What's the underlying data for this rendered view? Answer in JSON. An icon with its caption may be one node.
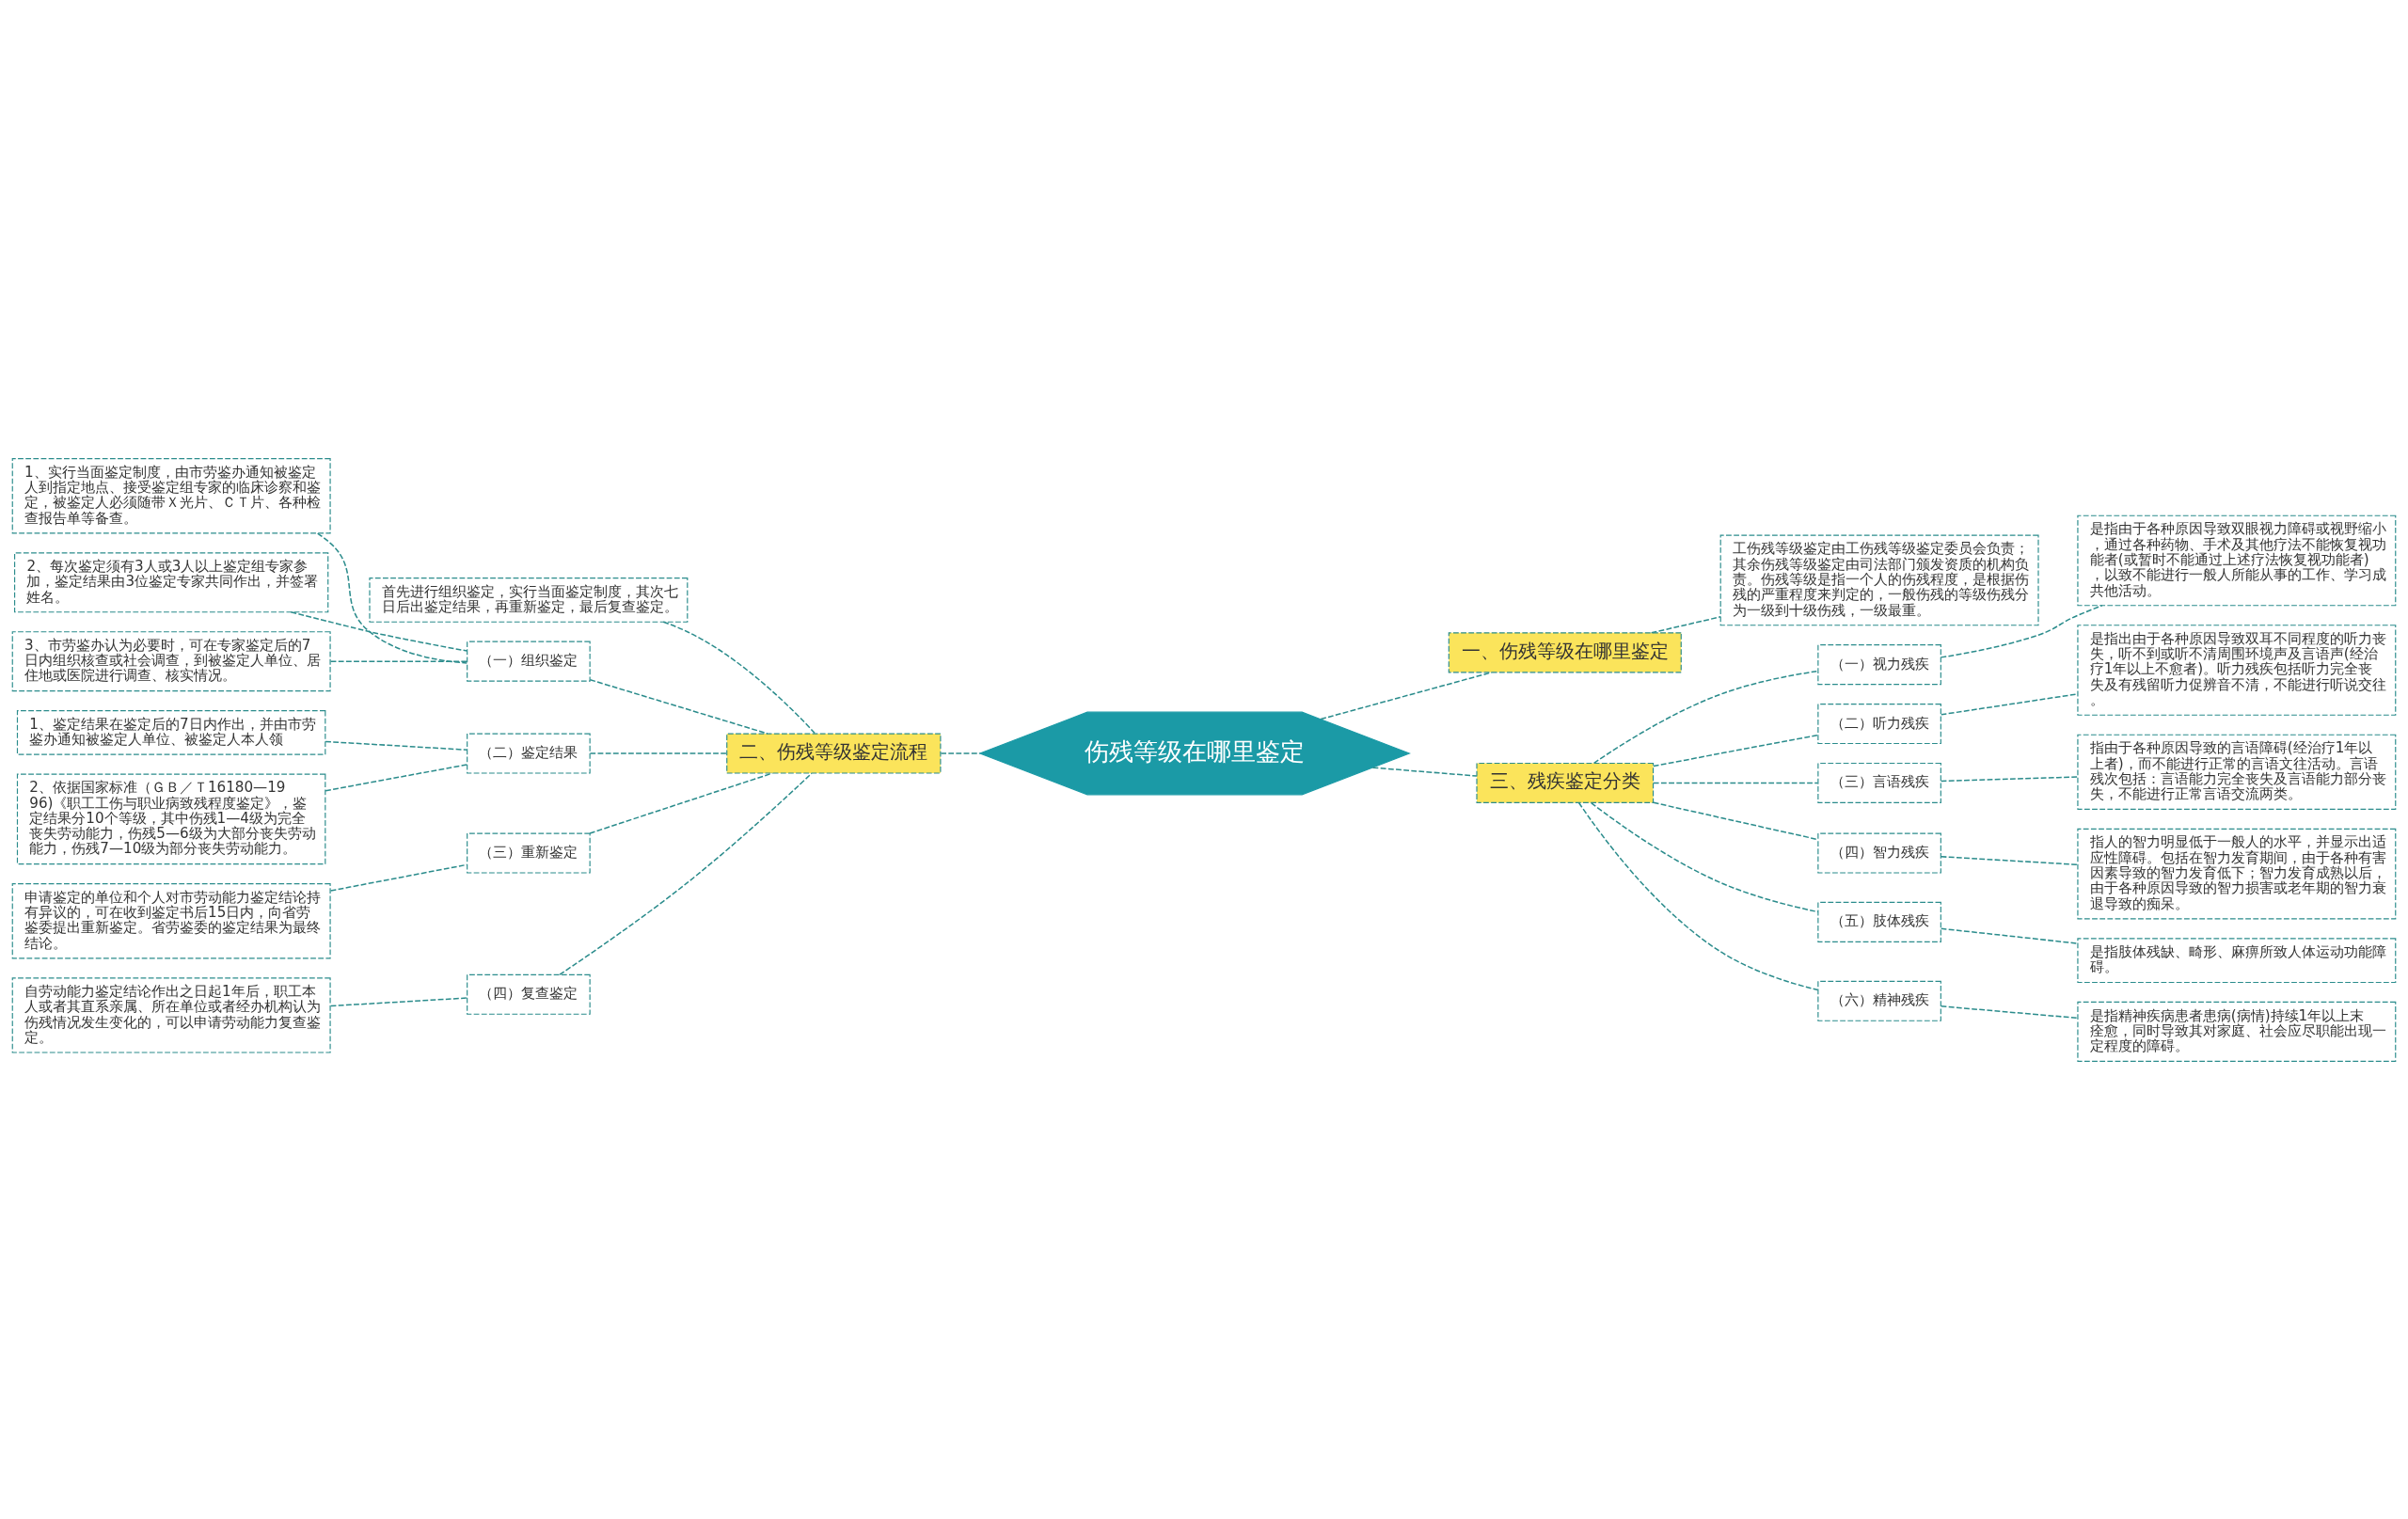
{
  "diagram": {
    "nodes": [
      {
        "text": [
          "伤残等级在哪里鉴定"
        ]
      },
      {
        "text": [
          "一、伤残等级在哪里鉴定"
        ]
      },
      {
        "text": [
          "工伤残等级鉴定由工伤残等级鉴定委员会负责；其余伤残等级鉴定由司法部门颁发资质的机构负责。伤残等级是指一个人的伤残程度，是根据伤残的严重程度来判定的，一般伤残的等级伤残分为一级到十级伤残，一级最重。"
        ]
      },
      {
        "text": [
          "二、伤残等级鉴定流程"
        ]
      },
      {
        "text": [
          "首先进行组织鉴定，实行当面鉴定制度，其次七日后出鉴定结果，再重新鉴定，最后复查鉴定。"
        ]
      },
      {
        "text": [
          "（一）组织鉴定"
        ]
      },
      {
        "text": [
          "1、实行当面鉴定制度，由市劳鉴办通知被鉴定人到指定地点、接受鉴定组专家的临床诊察和鉴定，被鉴定人必须随带Ｘ光片、ＣＴ片、各种检查报告单等备查。"
        ]
      },
      {
        "text": [
          "2、每次鉴定须有3人或3人以上鉴定组专家参加，鉴定结果由3位鉴定专家共同作出，并签署姓名。"
        ]
      },
      {
        "text": [
          "3、市劳鉴办认为必要时，可在专家鉴定后的7日内组织核查或社会调查，到被鉴定人单位、居住地或医院进行调查、核实情况。"
        ]
      },
      {
        "text": [
          "（二）鉴定结果"
        ]
      },
      {
        "text": [
          "1、鉴定结果在鉴定后的7日内作出，并由市劳鉴办通知被鉴定人单位、被鉴定人本人领"
        ]
      },
      {
        "text": [
          "2、依据国家标准（ＧＢ／Ｔ16180—1996)《职工工伤与职业病致残程度鉴定》，鉴定结果分10个等级，其中伤残1—4级为完全丧失劳动能力，伤残5—6级为大部分丧失劳动能力，伤残7—10级为部分丧失劳动能力。"
        ]
      },
      {
        "text": [
          "（三）重新鉴定"
        ]
      },
      {
        "text": [
          "申请鉴定的单位和个人对市劳动能力鉴定结论持有异议的，可在收到鉴定书后15日内，向省劳鉴委提出重新鉴定。省劳鉴委的鉴定结果为最终结论。"
        ]
      },
      {
        "text": [
          "（四）复查鉴定"
        ]
      },
      {
        "text": [
          "自劳动能力鉴定结论作出之日起1年后，职工本人或者其直系亲属、所在单位或者经办机构认为伤残情况发生变化的，可以申请劳动能力复查鉴定。"
        ]
      },
      {
        "text": [
          "三、残疾鉴定分类"
        ]
      },
      {
        "text": [
          "（一）视力残疾"
        ]
      },
      {
        "text": [
          "是指由于各种原因导致双眼视力障碍或视野缩小，通过各种药物、手术及其他疗法不能恢复视功能者(或暂时不能通过上述疗法恢复视功能者)，以致不能进行一般人所能从事的工作、学习成共他活动。"
        ]
      },
      {
        "text": [
          "（二）听力残疾"
        ]
      },
      {
        "text": [
          "是指出由于各种原因导致双耳不同程度的听力丧失，听不到或听不清周围环境声及言语声(经治疗1年以上不愈者)。听力残疾包括听力完全丧失及有残留听力促辨音不清，不能进行听说交往。"
        ]
      },
      {
        "text": [
          "（三）言语残疾"
        ]
      },
      {
        "text": [
          "指由于各种原因导致的言语障碍(经治疗1年以上者)，而不能进行正常的言语文往活动。言语残次包括：言语能力完全丧失及言语能力部分丧失，不能进行正常言语交流两类。"
        ]
      },
      {
        "text": [
          "（四）智力残疾"
        ]
      },
      {
        "text": [
          "指人的智力明显低于一般人的水平，并显示出适应性障碍。包括在智力发育期间，由于各种有害因素导致的智力发育低下；智力发育成熟以后，由于各种原因导致的智力损害或老年期的智力衰退导致的痴呆。"
        ]
      },
      {
        "text": [
          "（五）肢体残疾"
        ]
      },
      {
        "text": [
          "是指肢体残缺、畸形、麻痹所致人体运动功能障碍。"
        ]
      },
      {
        "text": [
          "（六）精神残疾"
        ]
      },
      {
        "text": [
          "是指精神疾病患者患病(病情)持续1年以上末痊愈，同时导致其对家庭、社会应尽职能出现一定程度的障碍。"
        ]
      }
    ],
    "edges": [
      {
        "from": 0,
        "to": 1,
        "arrow": "none",
        "style": "dashed"
      },
      {
        "from": 1,
        "to": 2,
        "arrow": "none",
        "style": "dashed"
      },
      {
        "from": 0,
        "to": 3,
        "arrow": "none",
        "style": "dashed"
      },
      {
        "from": 3,
        "to": 4,
        "arrow": "none",
        "style": "dashed"
      },
      {
        "from": 3,
        "to": 5,
        "arrow": "none",
        "style": "dashed"
      },
      {
        "from": 5,
        "to": 6,
        "arrow": "none",
        "style": "dashed"
      },
      {
        "from": 5,
        "to": 7,
        "arrow": "none",
        "style": "dashed"
      },
      {
        "from": 5,
        "to": 8,
        "arrow": "none",
        "style": "dashed"
      },
      {
        "from": 3,
        "to": 9,
        "arrow": "none",
        "style": "dashed"
      },
      {
        "from": 9,
        "to": 10,
        "arrow": "none",
        "style": "dashed"
      },
      {
        "from": 9,
        "to": 11,
        "arrow": "none",
        "style": "dashed"
      },
      {
        "from": 3,
        "to": 12,
        "arrow": "none",
        "style": "dashed"
      },
      {
        "from": 12,
        "to": 13,
        "arrow": "none",
        "style": "dashed"
      },
      {
        "from": 3,
        "to": 14,
        "arrow": "none",
        "style": "dashed"
      },
      {
        "from": 14,
        "to": 15,
        "arrow": "none",
        "style": "dashed"
      },
      {
        "from": 0,
        "to": 16,
        "arrow": "none",
        "style": "dashed"
      },
      {
        "from": 16,
        "to": 17,
        "arrow": "none",
        "style": "dashed"
      },
      {
        "from": 17,
        "to": 18,
        "arrow": "none",
        "style": "dashed"
      },
      {
        "from": 16,
        "to": 19,
        "arrow": "none",
        "style": "dashed"
      },
      {
        "from": 19,
        "to": 20,
        "arrow": "none",
        "style": "dashed"
      },
      {
        "from": 16,
        "to": 21,
        "arrow": "none",
        "style": "dashed"
      },
      {
        "from": 21,
        "to": 22,
        "arrow": "none",
        "style": "dashed"
      },
      {
        "from": 16,
        "to": 23,
        "arrow": "none",
        "style": "dashed"
      },
      {
        "from": 23,
        "to": 24,
        "arrow": "none",
        "style": "dashed"
      },
      {
        "from": 16,
        "to": 25,
        "arrow": "none",
        "style": "dashed"
      },
      {
        "from": 25,
        "to": 26,
        "arrow": "none",
        "style": "dashed"
      },
      {
        "from": 16,
        "to": 27,
        "arrow": "none",
        "style": "dashed"
      },
      {
        "from": 27,
        "to": 28,
        "arrow": "none",
        "style": "dashed"
      }
    ]
  }
}
